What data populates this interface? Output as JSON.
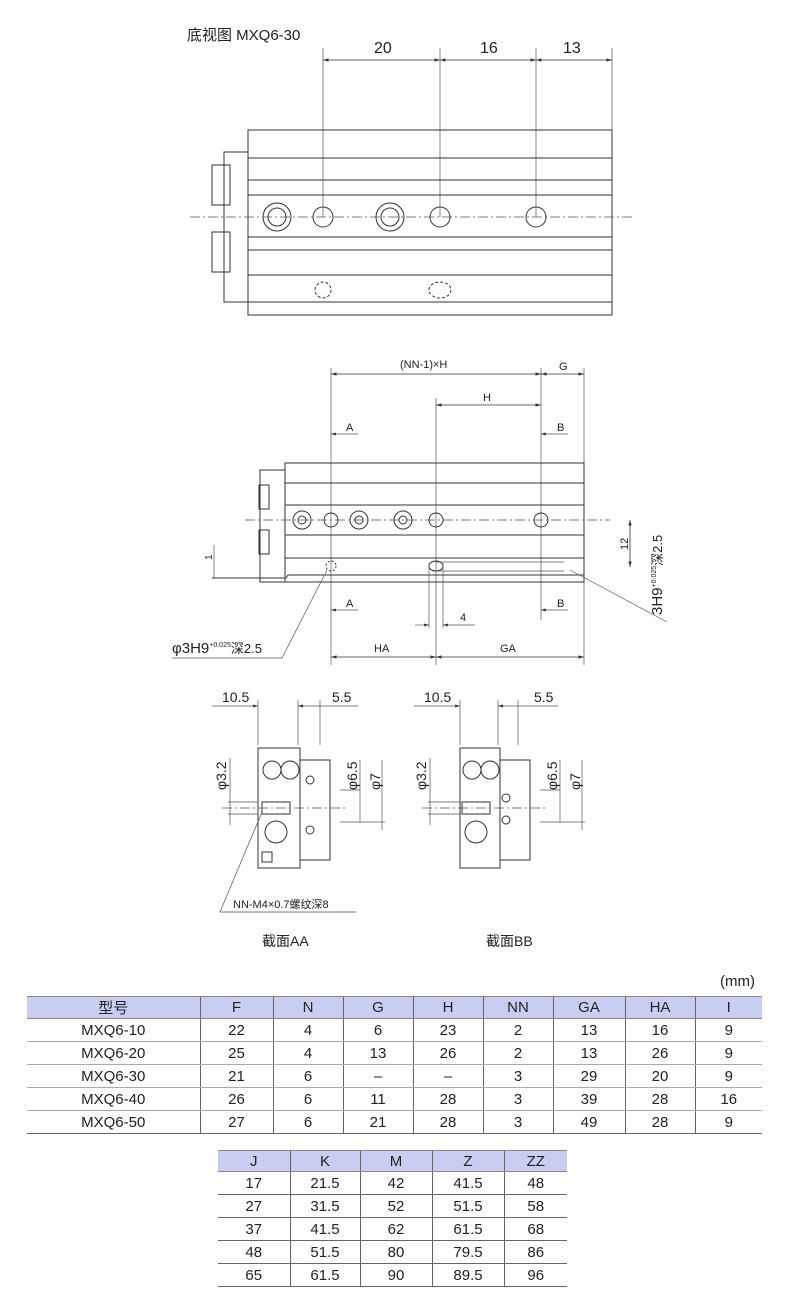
{
  "bottom_view": {
    "title": "底视图 MXQ6-30",
    "dims": [
      "20",
      "16",
      "13"
    ]
  },
  "side_view": {
    "dim_nn_h": "(NN-1)×H",
    "dim_g": "G",
    "dim_h": "H",
    "section_a": "A",
    "section_b": "B",
    "dim_ha": "HA",
    "dim_ga": "GA",
    "dim_4": "4",
    "dim_1": "1",
    "dim_12": "12",
    "hole_left": "φ3H9",
    "hole_right": "3H9",
    "tol_upper": "+0.025",
    "tol_lower": "0",
    "depth": "深2.5"
  },
  "sections": {
    "dim_10_5": "10.5",
    "dim_5_5": "5.5",
    "dim_phi_3_2": "φ3.2",
    "dim_phi_6_5": "φ6.5",
    "dim_phi_7": "φ7",
    "thread_note": "NN-M4×0.7螺纹深8",
    "label_aa": "截面AA",
    "label_bb": "截面BB"
  },
  "table1": {
    "unit": "(mm)",
    "headers": [
      "型号",
      "F",
      "N",
      "G",
      "H",
      "NN",
      "GA",
      "HA",
      "I"
    ],
    "rows": [
      [
        "MXQ6-10",
        "22",
        "4",
        "6",
        "23",
        "2",
        "13",
        "16",
        "9"
      ],
      [
        "MXQ6-20",
        "25",
        "4",
        "13",
        "26",
        "2",
        "13",
        "26",
        "9"
      ],
      [
        "MXQ6-30",
        "21",
        "6",
        "–",
        "–",
        "3",
        "29",
        "20",
        "9"
      ],
      [
        "MXQ6-40",
        "26",
        "6",
        "11",
        "28",
        "3",
        "39",
        "28",
        "16"
      ],
      [
        "MXQ6-50",
        "27",
        "6",
        "21",
        "28",
        "3",
        "49",
        "28",
        "9"
      ]
    ]
  },
  "table2": {
    "headers": [
      "J",
      "K",
      "M",
      "Z",
      "ZZ"
    ],
    "rows": [
      [
        "17",
        "21.5",
        "42",
        "41.5",
        "48"
      ],
      [
        "27",
        "31.5",
        "52",
        "51.5",
        "58"
      ],
      [
        "37",
        "41.5",
        "62",
        "61.5",
        "68"
      ],
      [
        "48",
        "51.5",
        "80",
        "79.5",
        "86"
      ],
      [
        "65",
        "61.5",
        "90",
        "89.5",
        "96"
      ]
    ]
  }
}
